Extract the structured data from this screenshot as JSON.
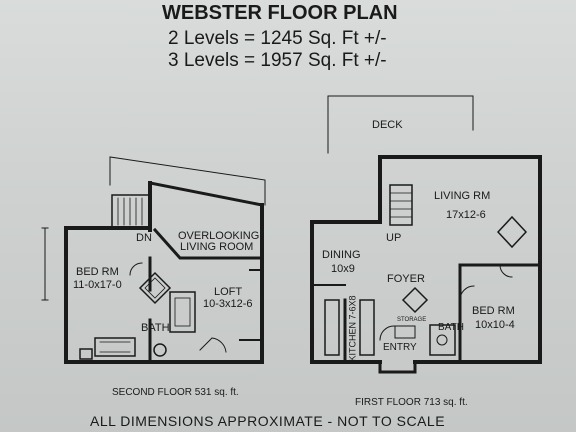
{
  "header": {
    "title": "WEBSTER FLOOR PLAN",
    "line2": "2 Levels = 1245 Sq. Ft +/-",
    "line3": "3 Levels = 1957 Sq. Ft +/-"
  },
  "second_floor": {
    "dn": "DN",
    "overlooking_1": "OVERLOOKING",
    "overlooking_2": "LIVING ROOM",
    "bed_name": "BED RM",
    "bed_dims": "11-0x17-0",
    "loft_name": "LOFT",
    "loft_dims": "10-3x12-6",
    "bath": "BATH",
    "caption": "SECOND FLOOR 531 sq. ft."
  },
  "first_floor": {
    "deck": "DECK",
    "living_name": "LIVING RM",
    "living_dims": "17x12-6",
    "up": "UP",
    "dining_name": "DINING",
    "dining_dims": "10x9",
    "foyer": "FOYER",
    "kitchen": "KITCHEN 7-6X8",
    "bed_name": "BED RM",
    "bed_dims": "10x10-4",
    "storage": "STORAGE",
    "bath": "BATH",
    "entry": "ENTRY",
    "caption": "FIRST FLOOR 713 sq. ft."
  },
  "footer": "ALL DIMENSIONS APPROXIMATE - NOT TO SCALE",
  "colors": {
    "ink": "#1a1a1a",
    "paper": "#d3d6d5"
  }
}
